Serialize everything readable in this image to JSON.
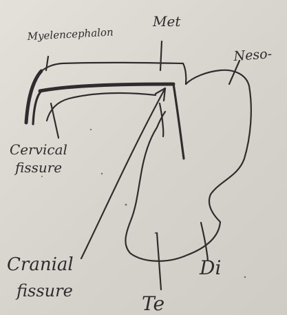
{
  "labels": {
    "myelencephalon": "Myelencephalon",
    "met": "Met",
    "neso": "Neso-",
    "cervical_line1": "Cervical",
    "cervical_line2": "fissure",
    "cranial_line1": "Cranial",
    "cranial_line2": "fissure",
    "te": "Te",
    "di": "Di"
  },
  "colors": {
    "ink": "#2e2c2e",
    "paper": "#dad7d0"
  }
}
